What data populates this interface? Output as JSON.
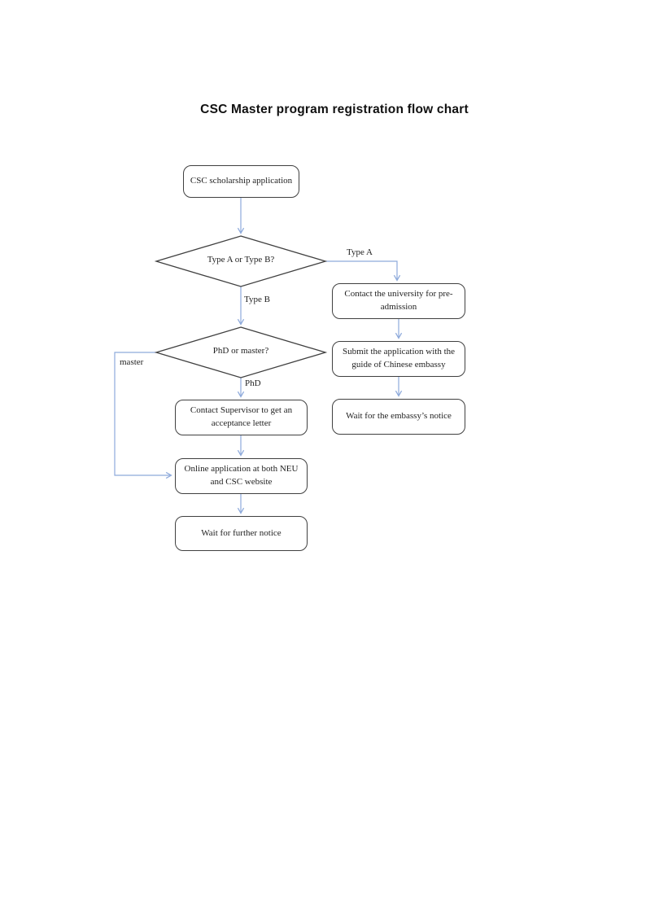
{
  "page": {
    "title": "CSC Master program registration flow chart"
  },
  "flowchart": {
    "nodes": {
      "csc_application": {
        "label": "CSC scholarship application"
      },
      "type_decision": {
        "label": "Type A or Type B?"
      },
      "contact_university": {
        "label": "Contact the university for pre-admission"
      },
      "phd_decision": {
        "label": "PhD or master?"
      },
      "submit_application": {
        "label": "Submit the application with the guide of Chinese embassy"
      },
      "wait_embassy": {
        "label": "Wait for the embassy’s notice"
      },
      "contact_supervisor": {
        "label": "Contact Supervisor to get an acceptance letter"
      },
      "online_application": {
        "label": "Online application at both NEU and CSC website"
      },
      "wait_further": {
        "label": "Wait for further notice"
      }
    },
    "edge_labels": {
      "type_a": "Type A",
      "type_b": "Type B",
      "phd": "PhD",
      "master": "master"
    }
  },
  "colors": {
    "connector": "#8eaadb",
    "shape_border": "#404040",
    "text": "#1f1f1f"
  }
}
